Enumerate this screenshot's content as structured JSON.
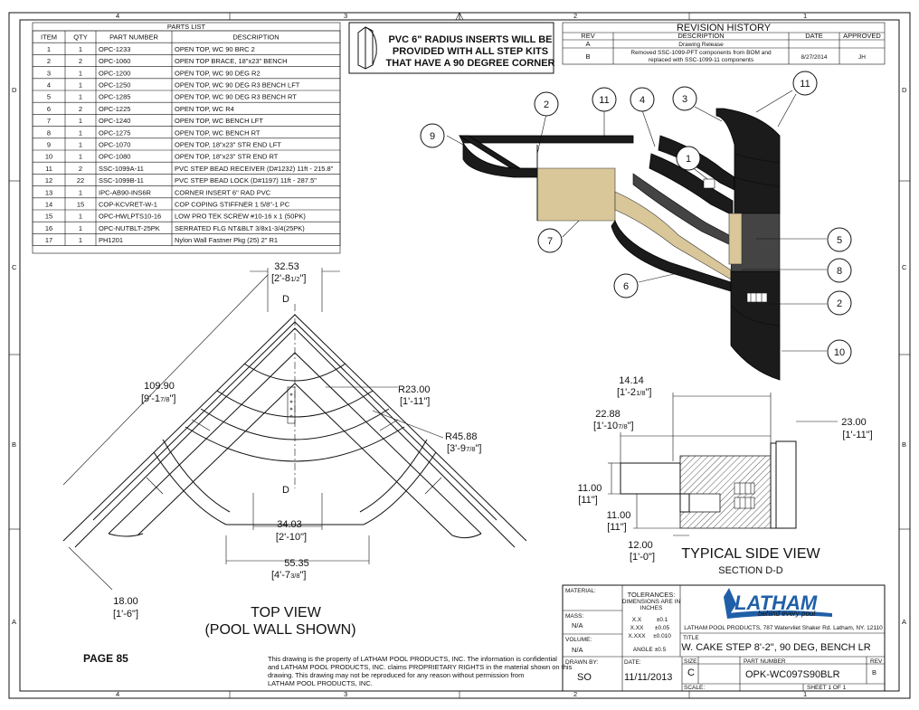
{
  "border": {
    "top_zones": [
      "4",
      "3",
      "2",
      "1"
    ],
    "bottom_zones": [
      "4",
      "3",
      "2",
      "1"
    ],
    "side_zones": [
      "D",
      "C",
      "B",
      "A"
    ]
  },
  "parts_list": {
    "title": "PARTS LIST",
    "headers": [
      "ITEM",
      "QTY",
      "PART NUMBER",
      "DESCRIPTION"
    ],
    "rows": [
      [
        "1",
        "1",
        "OPC-1233",
        "OPEN TOP, WC 90 BRC 2"
      ],
      [
        "2",
        "2",
        "OPC-1060",
        "OPEN TOP BRACE, 18\"x23\" BENCH"
      ],
      [
        "3",
        "1",
        "OPC-1200",
        "OPEN TOP, WC 90 DEG R2"
      ],
      [
        "4",
        "1",
        "OPC-1250",
        "OPEN TOP, WC 90 DEG R3 BENCH LFT"
      ],
      [
        "5",
        "1",
        "OPC-1285",
        "OPEN TOP, WC 90 DEG R3 BENCH RT"
      ],
      [
        "6",
        "2",
        "OPC-1225",
        "OPEN TOP, WC R4"
      ],
      [
        "7",
        "1",
        "OPC-1240",
        "OPEN TOP, WC BENCH LFT"
      ],
      [
        "8",
        "1",
        "OPC-1275",
        "OPEN TOP, WC BENCH RT"
      ],
      [
        "9",
        "1",
        "OPC-1070",
        "OPEN TOP, 18\"x23\" STR END LFT"
      ],
      [
        "10",
        "1",
        "OPC-1080",
        "OPEN TOP, 18\"x23\" STR END RT"
      ],
      [
        "11",
        "2",
        "SSC-1099A-11",
        "PVC STEP BEAD RECEIVER (D#1232) 11ft - 215.8\""
      ],
      [
        "12",
        "22",
        "SSC-1099B-11",
        "PVC STEP BEAD LOCK (D#1197) 11ft - 287.5\""
      ],
      [
        "13",
        "1",
        "IPC-AB90-INS6R",
        "CORNER INSERT 6\" RAD PVC"
      ],
      [
        "14",
        "15",
        "COP-KCVRET-W-1",
        "COP COPING STIFFNER 1 5/8\"-1 PC"
      ],
      [
        "15",
        "1",
        "OPC-HWLPTS10-16",
        "LOW PRO TEK SCREW #10-16 x 1 (50PK)"
      ],
      [
        "16",
        "1",
        "OPC-NUTBLT-25PK",
        "SERRATED FLG NT&BLT 3/8x1-3/4(25PK)"
      ],
      [
        "17",
        "1",
        "PH1201",
        "Nylon Wall Fastner Pkg (25) 2\" R1"
      ]
    ]
  },
  "note": {
    "lines": [
      "PVC 6\" RADIUS INSERTS WILL BE",
      "PROVIDED WITH ALL STEP KITS",
      "THAT HAVE A 90 DEGREE CORNER"
    ]
  },
  "revision": {
    "title": "REVISION HISTORY",
    "headers": [
      "REV",
      "DESCRIPTION",
      "DATE",
      "APPROVED"
    ],
    "rows": [
      {
        "rev": "A",
        "desc1": "Drawing Release",
        "desc2": "",
        "date": "",
        "approved": ""
      },
      {
        "rev": "B",
        "desc1": "Removed SSC-1099-PFT components from BOM and",
        "desc2": "replaced with SSC-1099-11 components",
        "date": "8/27/2014",
        "approved": "JH"
      }
    ]
  },
  "iso_balloons": [
    "9",
    "2",
    "11",
    "4",
    "3",
    "11",
    "1",
    "7",
    "6",
    "5",
    "8",
    "2",
    "10"
  ],
  "top_view": {
    "dim_top": "32.53",
    "dim_top_ft": "[2'-8",
    "dim_top_frac": "1/2",
    "dim_left": "109.90",
    "dim_left_ft": "[9'-1",
    "dim_left_frac": "7/8",
    "r_inner": "R23.00",
    "r_inner_ft": "[1'-11\"]",
    "r_outer": "R45.88",
    "r_outer_ft": "[3'-9",
    "r_outer_frac": "7/8",
    "dim_inner": "34.03",
    "dim_inner_ft": "[2'-10\"]",
    "dim_outer": "55.35",
    "dim_outer_ft": "[4'-7",
    "dim_outer_frac": "3/8",
    "dim_bench": "18.00",
    "dim_bench_ft": "[1'-6\"]",
    "section_mark": "D",
    "title": "TOP VIEW",
    "subtitle": "(POOL WALL SHOWN)"
  },
  "side_view": {
    "d1": "14.14",
    "d1_ft": "[1'-2",
    "d1_frac": "1/8",
    "d2": "22.88",
    "d2_ft": "[1'-10",
    "d2_frac": "7/8",
    "d3": "23.00",
    "d3_ft": "[1'-11\"]",
    "d4": "11.00",
    "d4_ft": "[11\"]",
    "d5": "11.00",
    "d5_ft": "[11\"]",
    "d6": "12.00",
    "d6_ft": "[1'-0\"]",
    "title": "TYPICAL SIDE VIEW",
    "subtitle": "SECTION D-D"
  },
  "page_label": "PAGE 85",
  "disclaimer": [
    "This drawing is the property of LATHAM POOL PRODUCTS, INC. The information is confidential",
    "and LATHAM POOL PRODUCTS, INC. claims PROPRIETARY RIGHTS in the material shown on this",
    "drawing. This drawing may not be reproduced for any reason without permission from",
    "LATHAM POOL PRODUCTS, INC."
  ],
  "title_block": {
    "material_label": "MATERIAL:",
    "mass_label": "MASS:",
    "mass_value": "N/A",
    "volume_label": "VOLUME:",
    "volume_value": "N/A",
    "drawn_by_label": "DRAWN BY:",
    "drawn_by": "SO",
    "tol_title": "TOLERANCES:",
    "tol_sub1": "DIMENSIONS ARE IN",
    "tol_sub2": "INCHES",
    "tol_rows": [
      [
        "X.X",
        "±0.1"
      ],
      [
        "X.XX",
        "±0.05"
      ],
      [
        "X.XXX",
        "±0.010"
      ]
    ],
    "angle": "ANGLE ±0.5",
    "date_label": "DATE:",
    "date": "11/11/2013",
    "logo": "LATHAM",
    "tagline": "behind every pool",
    "address": "LATHAM POOL PRODUCTS, 787 Watervliet Shaker Rd. Latham, NY. 12110",
    "title_label": "TITLE",
    "title": "W. CAKE STEP 8'-2\", 90 DEG, BENCH LR",
    "size_label": "SIZE",
    "size": "C",
    "part_label": "PART NUMBER",
    "part": "OPK-WC097S90BLR",
    "rev_label": "REV",
    "rev": "B",
    "scale_label": "SCALE:",
    "sheet": "SHEET 1  OF 1"
  },
  "colors": {
    "ink": "#111111",
    "logo_blue": "#1f5fa8",
    "tan": "#d9c79a"
  }
}
